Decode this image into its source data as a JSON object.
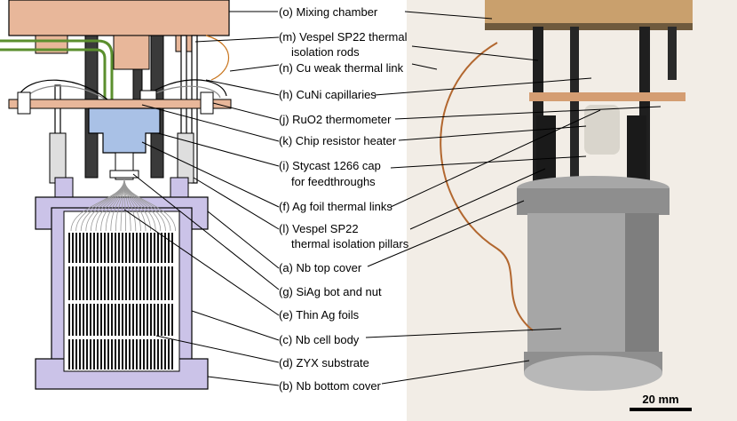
{
  "labels": [
    {
      "id": "o",
      "text": "(o) Mixing chamber"
    },
    {
      "id": "m1",
      "text": "(m) Vespel SP22 thermal"
    },
    {
      "id": "m2",
      "text": "isolation rods"
    },
    {
      "id": "n",
      "text": "(n) Cu weak thermal link"
    },
    {
      "id": "h",
      "text": "(h) CuNi capillaries"
    },
    {
      "id": "j",
      "text": "(j) RuO2 thermometer"
    },
    {
      "id": "k",
      "text": "(k) Chip resistor heater"
    },
    {
      "id": "i1",
      "text": "(i) Stycast 1266 cap"
    },
    {
      "id": "i2",
      "text": "for feedthroughs"
    },
    {
      "id": "f",
      "text": "(f) Ag foil thermal links"
    },
    {
      "id": "l1",
      "text": "(l) Vespel SP22"
    },
    {
      "id": "l2",
      "text": "thermal isolation pillars"
    },
    {
      "id": "a",
      "text": "(a) Nb top cover"
    },
    {
      "id": "g",
      "text": "(g) SiAg bot and nut"
    },
    {
      "id": "e",
      "text": "(e) Thin Ag foils"
    },
    {
      "id": "c",
      "text": "(c) Nb cell  body"
    },
    {
      "id": "d",
      "text": "(d) ZYX substrate"
    },
    {
      "id": "b",
      "text": "(b) Nb bottom cover"
    }
  ],
  "scale_bar": {
    "text": "20 mm"
  },
  "colors": {
    "copper": "#e8b79a",
    "niobium": "#cbc3e8",
    "stycast": "#a9c1e6",
    "vespel": "#3a3a3a",
    "capillary": "#5b8f2e",
    "foil": "#111111",
    "photo_bg": "#f2ede6"
  }
}
